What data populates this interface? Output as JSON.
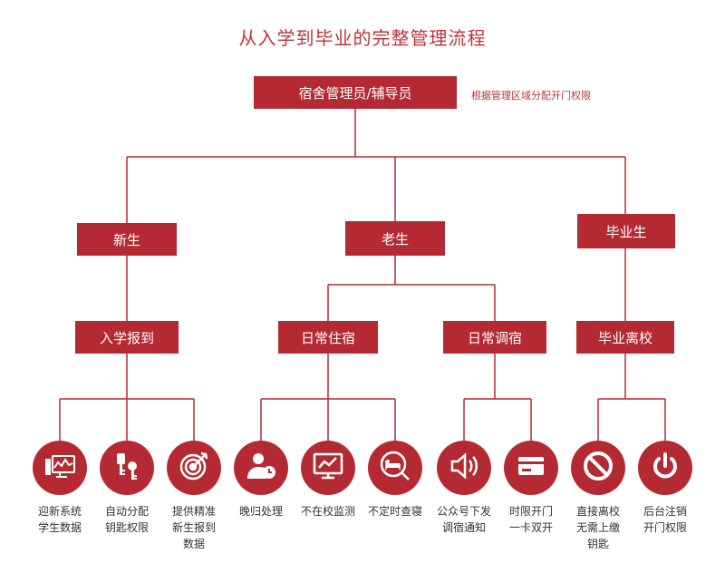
{
  "title": "从入学到毕业的完整管理流程",
  "root": {
    "label": "宿舍管理员/辅导员",
    "note": "根据管理区域分配开门权限"
  },
  "level1": [
    {
      "label": "新生"
    },
    {
      "label": "老生"
    },
    {
      "label": "毕业生"
    }
  ],
  "level2": [
    {
      "label": "入学报到"
    },
    {
      "label": "日常住宿"
    },
    {
      "label": "日常调宿"
    },
    {
      "label": "毕业离校"
    }
  ],
  "leaves": [
    {
      "label": "迎新系统\n学生数据",
      "icon": "monitor-chart-icon"
    },
    {
      "label": "自动分配\n钥匙权限",
      "icon": "keys-icon"
    },
    {
      "label": "提供精准\n新生报到\n数据",
      "icon": "target-icon"
    },
    {
      "label": "晚归处理",
      "icon": "person-clock-icon"
    },
    {
      "label": "不在校监测",
      "icon": "monitor-trend-icon"
    },
    {
      "label": "不定时查寝",
      "icon": "bed-search-icon"
    },
    {
      "label": "公众号下发\n调宿通知",
      "icon": "speaker-icon"
    },
    {
      "label": "时限开门\n一卡双开",
      "icon": "card-icon"
    },
    {
      "label": "直接离校\n无需上缴\n钥匙",
      "icon": "prohibited-icon"
    },
    {
      "label": "后台注销\n开门权限",
      "icon": "power-icon"
    }
  ],
  "colors": {
    "accent": "#b52a32",
    "line": "#b52a32",
    "title": "#c0323a"
  }
}
